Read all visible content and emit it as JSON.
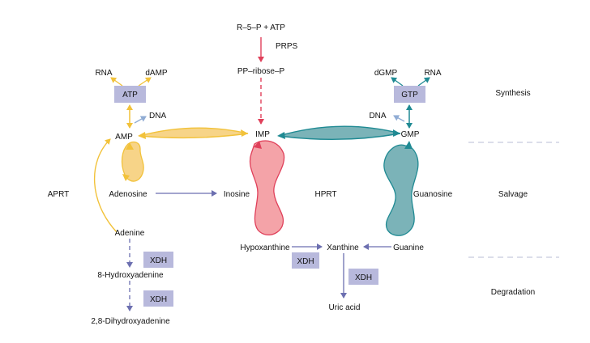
{
  "nodes": {
    "r5p_atp": "R–5–P + ATP",
    "prps": "PRPS",
    "pp_ribose": "PP–ribose–P",
    "imp": "IMP",
    "amp": "AMP",
    "gmp": "GMP",
    "atp": "ATP",
    "gtp": "GTP",
    "rna_left": "RNA",
    "damp": "dAMP",
    "dna_left": "DNA",
    "dgmp": "dGMP",
    "rna_right": "RNA",
    "dna_right": "DNA",
    "adenosine": "Adenosine",
    "inosine": "Inosine",
    "guanosine": "Guanosine",
    "adenine": "Adenine",
    "hypoxanthine": "Hypoxanthine",
    "xanthine": "Xanthine",
    "guanine": "Guanine",
    "uric_acid": "Uric acid",
    "hydroxyadenine": "8-Hydroxyadenine",
    "dihydroxyadenine": "2,8-Dihydroxyadenine"
  },
  "enzymes": {
    "aprt": "APRT",
    "hprt": "HPRT",
    "xdh_1": "XDH",
    "xdh_2": "XDH",
    "xdh_3": "XDH",
    "xdh_4": "XDH"
  },
  "sections": {
    "synthesis": "Synthesis",
    "salvage": "Salvage",
    "degradation": "Degradation"
  },
  "colors": {
    "red": "#e0405a",
    "yellow": "#f2c23a",
    "yellow_fill": "#f7d488",
    "teal": "#1f8a93",
    "teal_fill": "#7bb3b8",
    "pink_fill": "#f4a3a8",
    "slate": "#6c6fb0",
    "lightblue": "#90acd4",
    "box_fill": "#b8b9dc",
    "divider": "#b9bdd4"
  }
}
